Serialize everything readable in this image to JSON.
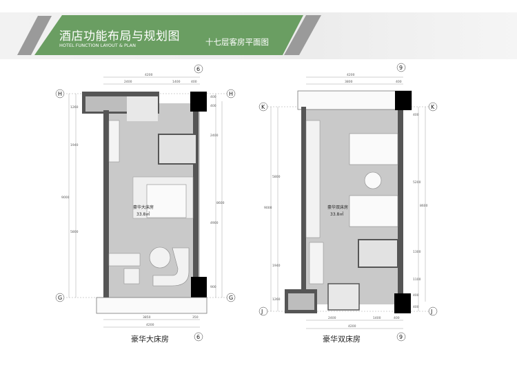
{
  "header": {
    "title": "酒店功能布局与规划图",
    "subtitle": "HOTEL FUNCTION LAYOUT & PLAN",
    "floor_title": "十七层客房平面图",
    "accent": "#6a9e62"
  },
  "king_room": {
    "caption": "豪华大床房",
    "room_name": "豪华大床房",
    "area": "33.8㎡",
    "axes": {
      "top": "6",
      "bottom": "6",
      "h_left": "H",
      "h_right": "H",
      "g_left": "G",
      "g_right": "G"
    },
    "dims_top": [
      "4200",
      "2400",
      "1400",
      "400"
    ],
    "dims_right": [
      "400",
      "400",
      "2400",
      "4900",
      "900",
      "8600"
    ],
    "dims_left": [
      "1260",
      "1940",
      "5800",
      "9000"
    ],
    "dims_bottom": [
      "3850",
      "350",
      "4200"
    ]
  },
  "twin_room": {
    "caption": "豪华双床房",
    "room_name": "豪华双床房",
    "area": "33.8㎡",
    "axes": {
      "top": "9",
      "bottom": "9",
      "k_left": "K",
      "k_right": "K",
      "j_left": "J",
      "j_right": "J"
    },
    "dims_top": [
      "4200",
      "3800",
      "400"
    ],
    "dims_right": [
      "400",
      "5200",
      "1300",
      "1100",
      "400",
      "400",
      "8600"
    ],
    "dims_left": [
      "5800",
      "1940",
      "1260",
      "9000"
    ],
    "dims_bottom": [
      "2400",
      "1400",
      "400",
      "4200"
    ]
  }
}
